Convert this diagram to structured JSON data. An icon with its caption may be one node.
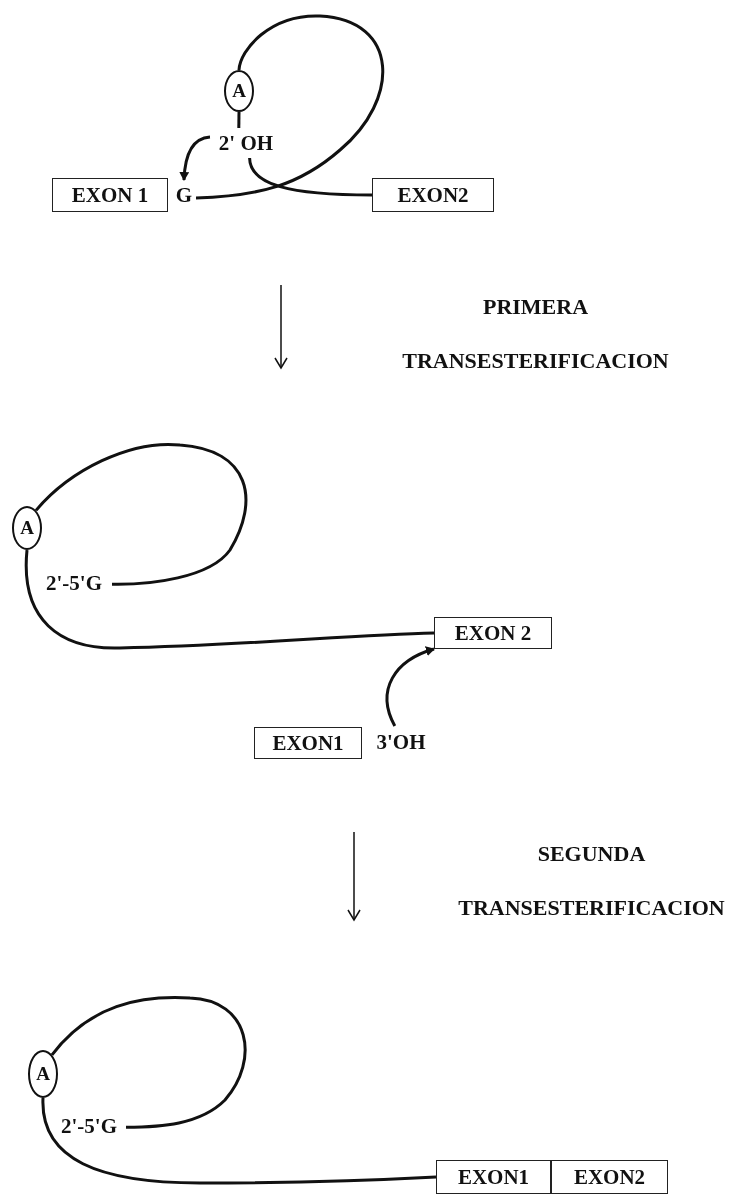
{
  "diagram": {
    "nodes": [
      {
        "text": [
          "A"
        ]
      },
      {
        "text": [
          "EXON 1"
        ]
      },
      {
        "text": [
          "G"
        ]
      },
      {
        "text": [
          "2' OH"
        ]
      },
      {
        "text": [
          "EXON2"
        ]
      },
      {
        "text": [
          "A"
        ]
      },
      {
        "text": [
          "2'-5'G"
        ]
      },
      {
        "text": [
          "EXON 2"
        ]
      },
      {
        "text": [
          "EXON1"
        ]
      },
      {
        "text": [
          "3'OH"
        ]
      },
      {
        "text": [
          "A"
        ]
      },
      {
        "text": [
          "2'-5'G"
        ]
      },
      {
        "text": [
          "EXON1"
        ]
      },
      {
        "text": [
          "EXON2"
        ]
      }
    ],
    "edges": [
      {
        "from": 2,
        "to": 0,
        "arrow": "none"
      },
      {
        "from": 0,
        "to": 3,
        "arrow": "none"
      },
      {
        "from": 3,
        "to": 4,
        "arrow": "none"
      },
      {
        "from": 3,
        "to": 2,
        "arrow": "to"
      },
      {
        "from": 5,
        "to": 6,
        "arrow": "none"
      },
      {
        "from": 5,
        "to": 7,
        "arrow": "none"
      },
      {
        "from": 9,
        "to": 7,
        "arrow": "to"
      },
      {
        "from": 10,
        "to": 11,
        "arrow": "none"
      },
      {
        "from": 10,
        "to": 12,
        "arrow": "none"
      }
    ],
    "labels": [
      "PRIMERA TRANSESTERIFICACION",
      "SEGUNDA TRANSESTERIFICACION"
    ]
  }
}
